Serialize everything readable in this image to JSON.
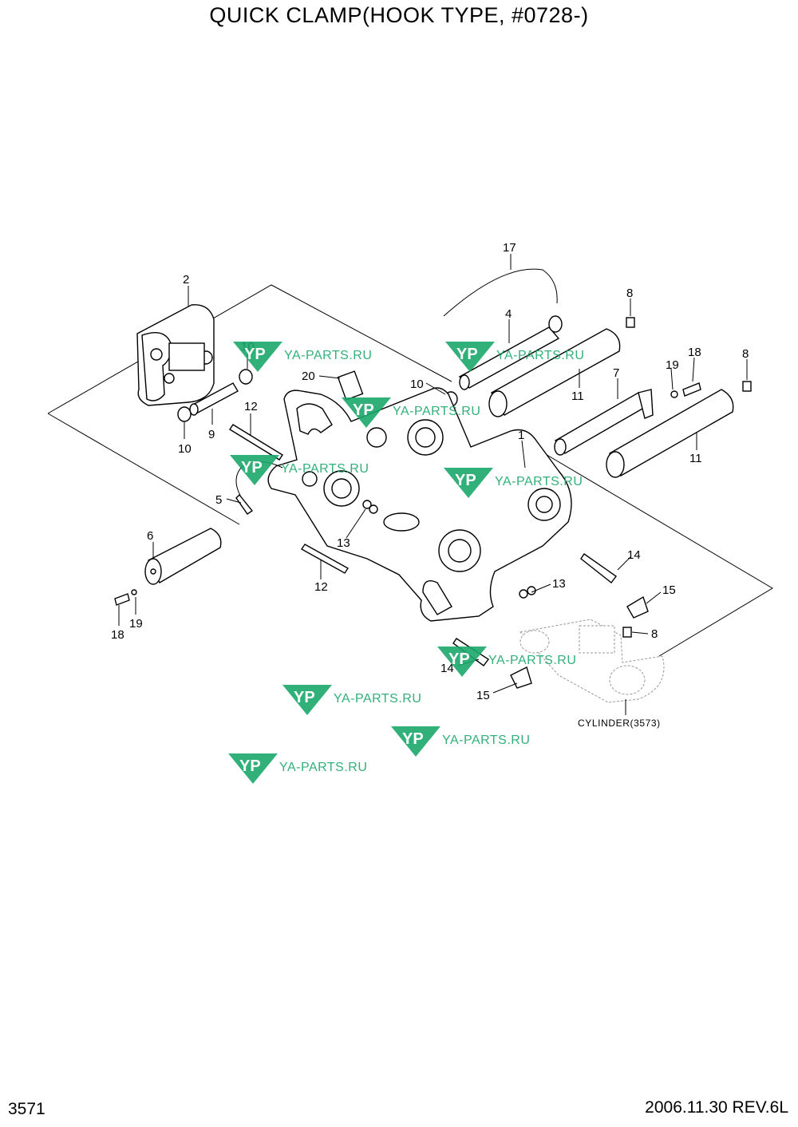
{
  "header": {
    "title": "QUICK CLAMP(HOOK TYPE, #0728-)"
  },
  "footer": {
    "page_number": "3571",
    "revision": "2006.11.30  REV.6L"
  },
  "callouts": [
    {
      "label": "2"
    },
    {
      "label": "10"
    },
    {
      "label": "10"
    },
    {
      "label": "9"
    },
    {
      "label": "12"
    },
    {
      "label": "5"
    },
    {
      "label": "6"
    },
    {
      "label": "18"
    },
    {
      "label": "19"
    },
    {
      "label": "20"
    },
    {
      "label": "10"
    },
    {
      "label": "17"
    },
    {
      "label": "4"
    },
    {
      "label": "8"
    },
    {
      "label": "11"
    },
    {
      "label": "7"
    },
    {
      "label": "19"
    },
    {
      "label": "18"
    },
    {
      "label": "8"
    },
    {
      "label": "11"
    },
    {
      "label": "1"
    },
    {
      "label": "13"
    },
    {
      "label": "12"
    },
    {
      "label": "13"
    },
    {
      "label": "14"
    },
    {
      "label": "15"
    },
    {
      "label": "8"
    },
    {
      "label": "14"
    },
    {
      "label": "15"
    }
  ],
  "cylinder_label": "CYLINDER(3573)",
  "watermark": {
    "text": "YA-PARTS.RU",
    "logo": "YP",
    "color": "#1aa86a"
  }
}
